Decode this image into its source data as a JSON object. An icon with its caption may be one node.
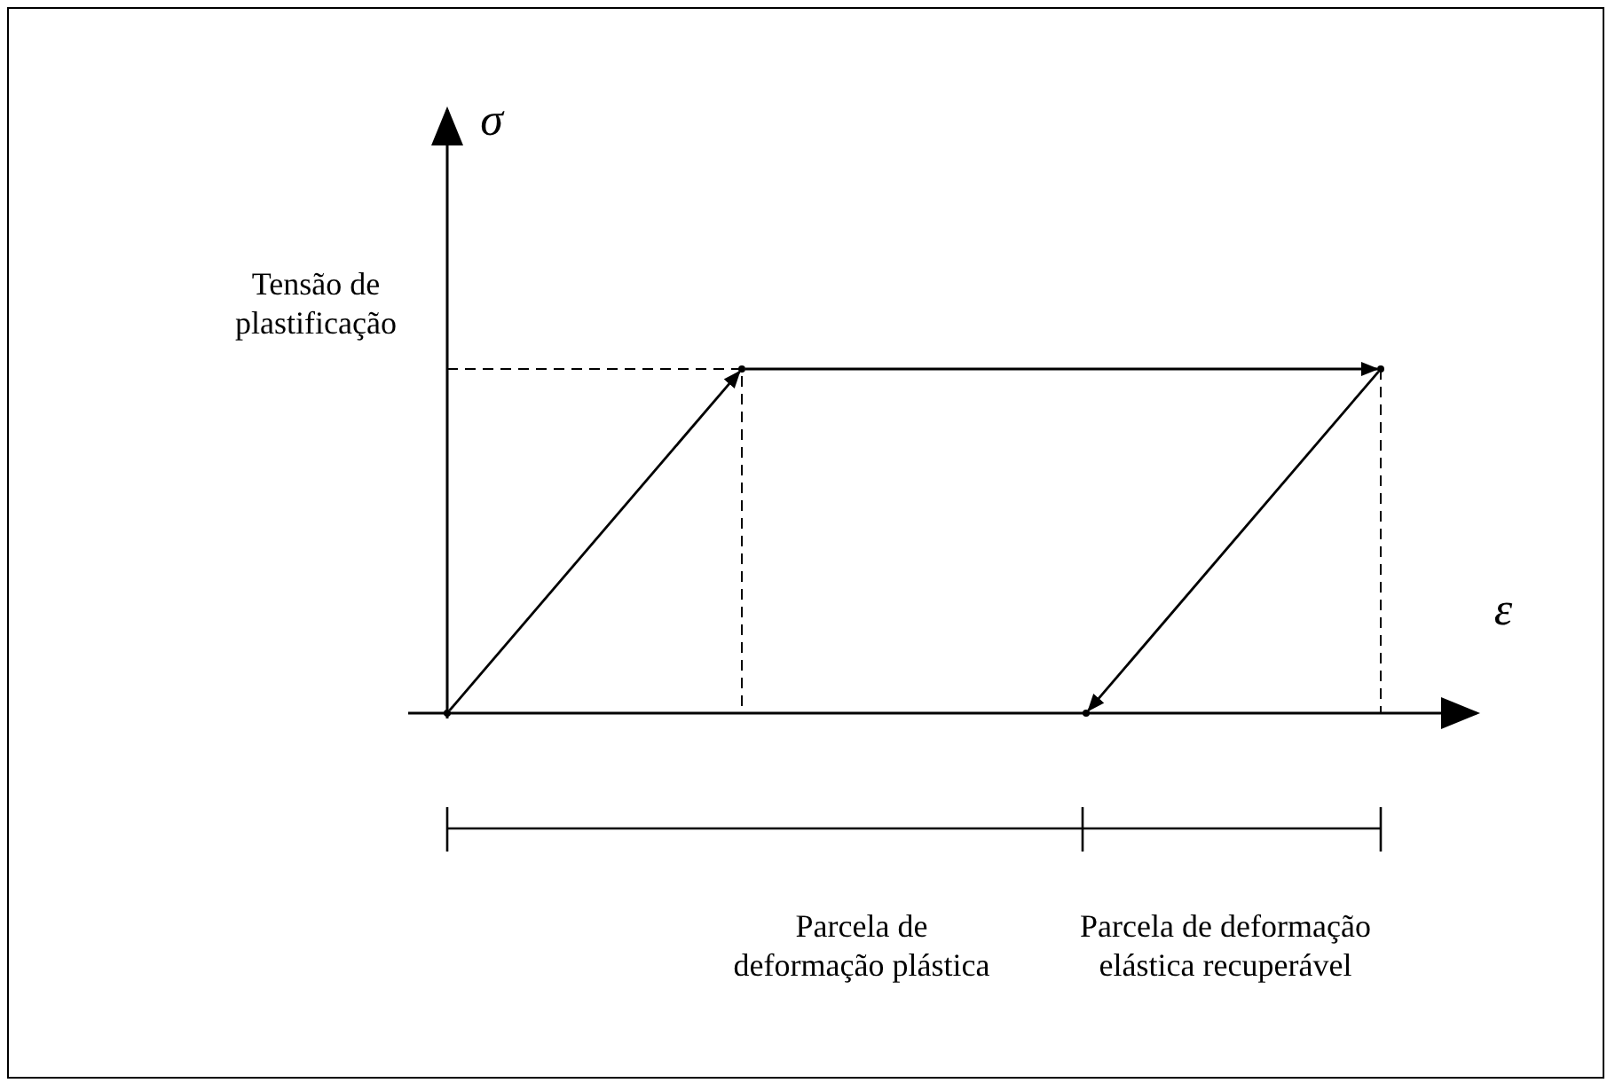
{
  "diagram": {
    "nodes": [
      {
        "text": [],
        "shape": "point"
      },
      {
        "text": [],
        "shape": "point"
      },
      {
        "text": [],
        "shape": "point"
      },
      {
        "text": [],
        "shape": "point"
      }
    ],
    "edges": [
      {
        "from": 0,
        "to": 1,
        "arrow": "to"
      },
      {
        "from": 1,
        "to": 2,
        "arrow": "to"
      },
      {
        "from": 2,
        "to": 3,
        "arrow": "to"
      }
    ],
    "labels": [
      "σ",
      "ε",
      "Tensão de plastificação",
      "Parcela de deformação plástica",
      "Parcela de deformação  elástica recuperável"
    ]
  }
}
